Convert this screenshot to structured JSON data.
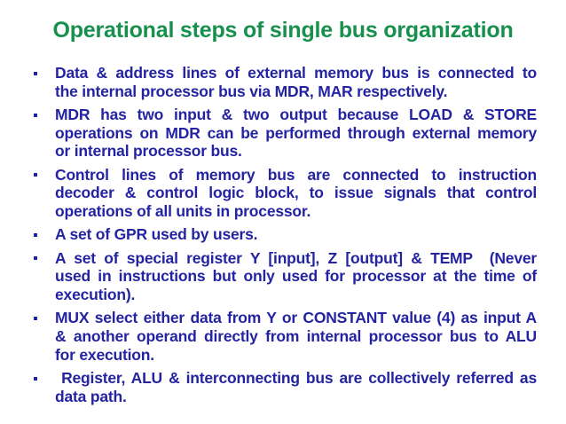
{
  "title": "Operational steps of single bus organization",
  "colors": {
    "title_green": "#17904d",
    "body_blue": "#2424a3",
    "background": "#ffffff"
  },
  "icons": {
    "bullet": "small-square-bullet"
  },
  "bullets": [
    {
      "lines": [
        "Data & address lines of external memory bus is connected to",
        "the internal processor bus via MDR, MAR respectively."
      ]
    },
    {
      "lines": [
        "MDR has two input & two output because LOAD & STORE",
        "operations on MDR can be performed through external memory",
        "or internal processor bus."
      ]
    },
    {
      "lines": [
        "Control lines of memory bus are connected to instruction",
        "decoder & control logic block, to issue signals that control",
        "operations of all units in processor."
      ]
    },
    {
      "lines": [
        "A set of GPR used by users."
      ]
    },
    {
      "lines": [
        "A set of special register Y [input], Z [output] & TEMP  (Never",
        "used in instructions but only used for processor at the time of",
        "execution)."
      ]
    },
    {
      "lines": [
        "MUX select either data from Y or CONSTANT value (4) as input A",
        "& another operand directly from internal processor bus to ALU",
        "for execution."
      ]
    },
    {
      "lines": [
        " Register, ALU & interconnecting bus are collectively referred as",
        "data path."
      ]
    }
  ]
}
